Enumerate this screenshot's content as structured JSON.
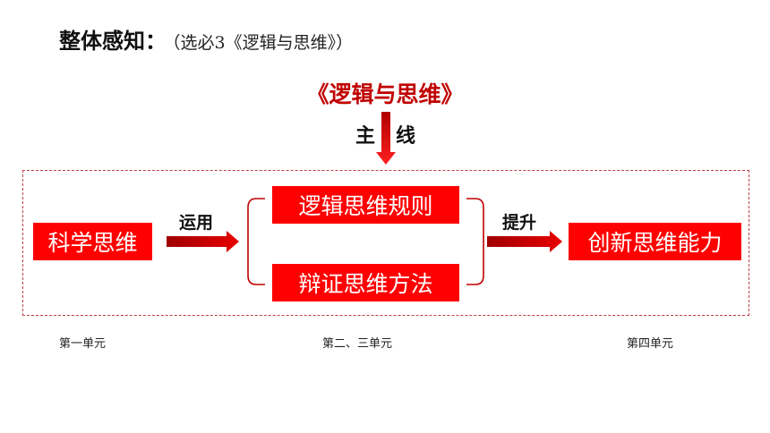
{
  "heading": {
    "title": "整体感知：",
    "subtitle": "（选必3《逻辑与思维》）"
  },
  "book_title": "《逻辑与思维》",
  "main_line": {
    "left": "主",
    "right": "线"
  },
  "nodes": {
    "science": "科学思维",
    "rules": "逻辑思维规则",
    "methods": "辩证思维方法",
    "innovate": "创新思维能力"
  },
  "edges": {
    "apply": "运用",
    "raise": "提升"
  },
  "units": {
    "u1": "第一单元",
    "u23": "第二、三单元",
    "u4": "第四单元"
  },
  "colors": {
    "accent": "#ff0000",
    "dark_red": "#c00000",
    "frame": "#c0404a"
  }
}
